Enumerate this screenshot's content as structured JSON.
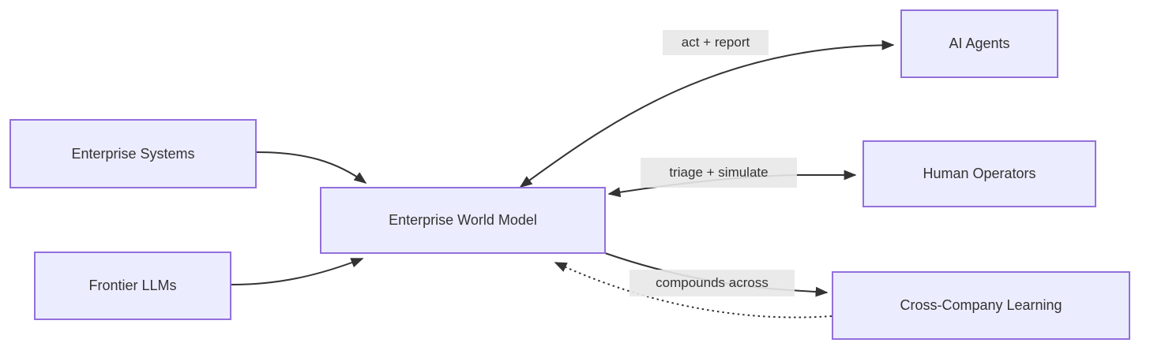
{
  "diagram": {
    "type": "flowchart",
    "direction": "left-to-right",
    "colors": {
      "background": "#ffffff",
      "node_fill": "#ECECFF",
      "node_border": "#9370DB",
      "node_text": "#333333",
      "edge_stroke": "#333333",
      "edge_label_bg": "#e8e8e8",
      "edge_label_text": "#333333"
    },
    "nodes": [
      {
        "id": "enterprise-systems",
        "label": "Enterprise Systems"
      },
      {
        "id": "frontier-llms",
        "label": "Frontier LLMs"
      },
      {
        "id": "enterprise-world-model",
        "label": "Enterprise World Model"
      },
      {
        "id": "ai-agents",
        "label": "AI Agents"
      },
      {
        "id": "human-operators",
        "label": "Human Operators"
      },
      {
        "id": "cross-company-learning",
        "label": "Cross-Company Learning"
      }
    ],
    "edges": [
      {
        "from": "Enterprise Systems",
        "to": "Enterprise World Model",
        "label": "",
        "style": "solid",
        "arrows": "end"
      },
      {
        "from": "Frontier LLMs",
        "to": "Enterprise World Model",
        "label": "",
        "style": "solid",
        "arrows": "end"
      },
      {
        "from": "Enterprise World Model",
        "to": "AI Agents",
        "label": "act + report",
        "style": "solid",
        "arrows": "both"
      },
      {
        "from": "Enterprise World Model",
        "to": "Human Operators",
        "label": "triage + simulate",
        "style": "solid",
        "arrows": "both"
      },
      {
        "from": "Enterprise World Model",
        "to": "Cross-Company Learning",
        "label": "compounds across",
        "style": "solid",
        "arrows": "end"
      },
      {
        "from": "Cross-Company Learning",
        "to": "Enterprise World Model",
        "label": "",
        "style": "dotted",
        "arrows": "end"
      }
    ]
  }
}
